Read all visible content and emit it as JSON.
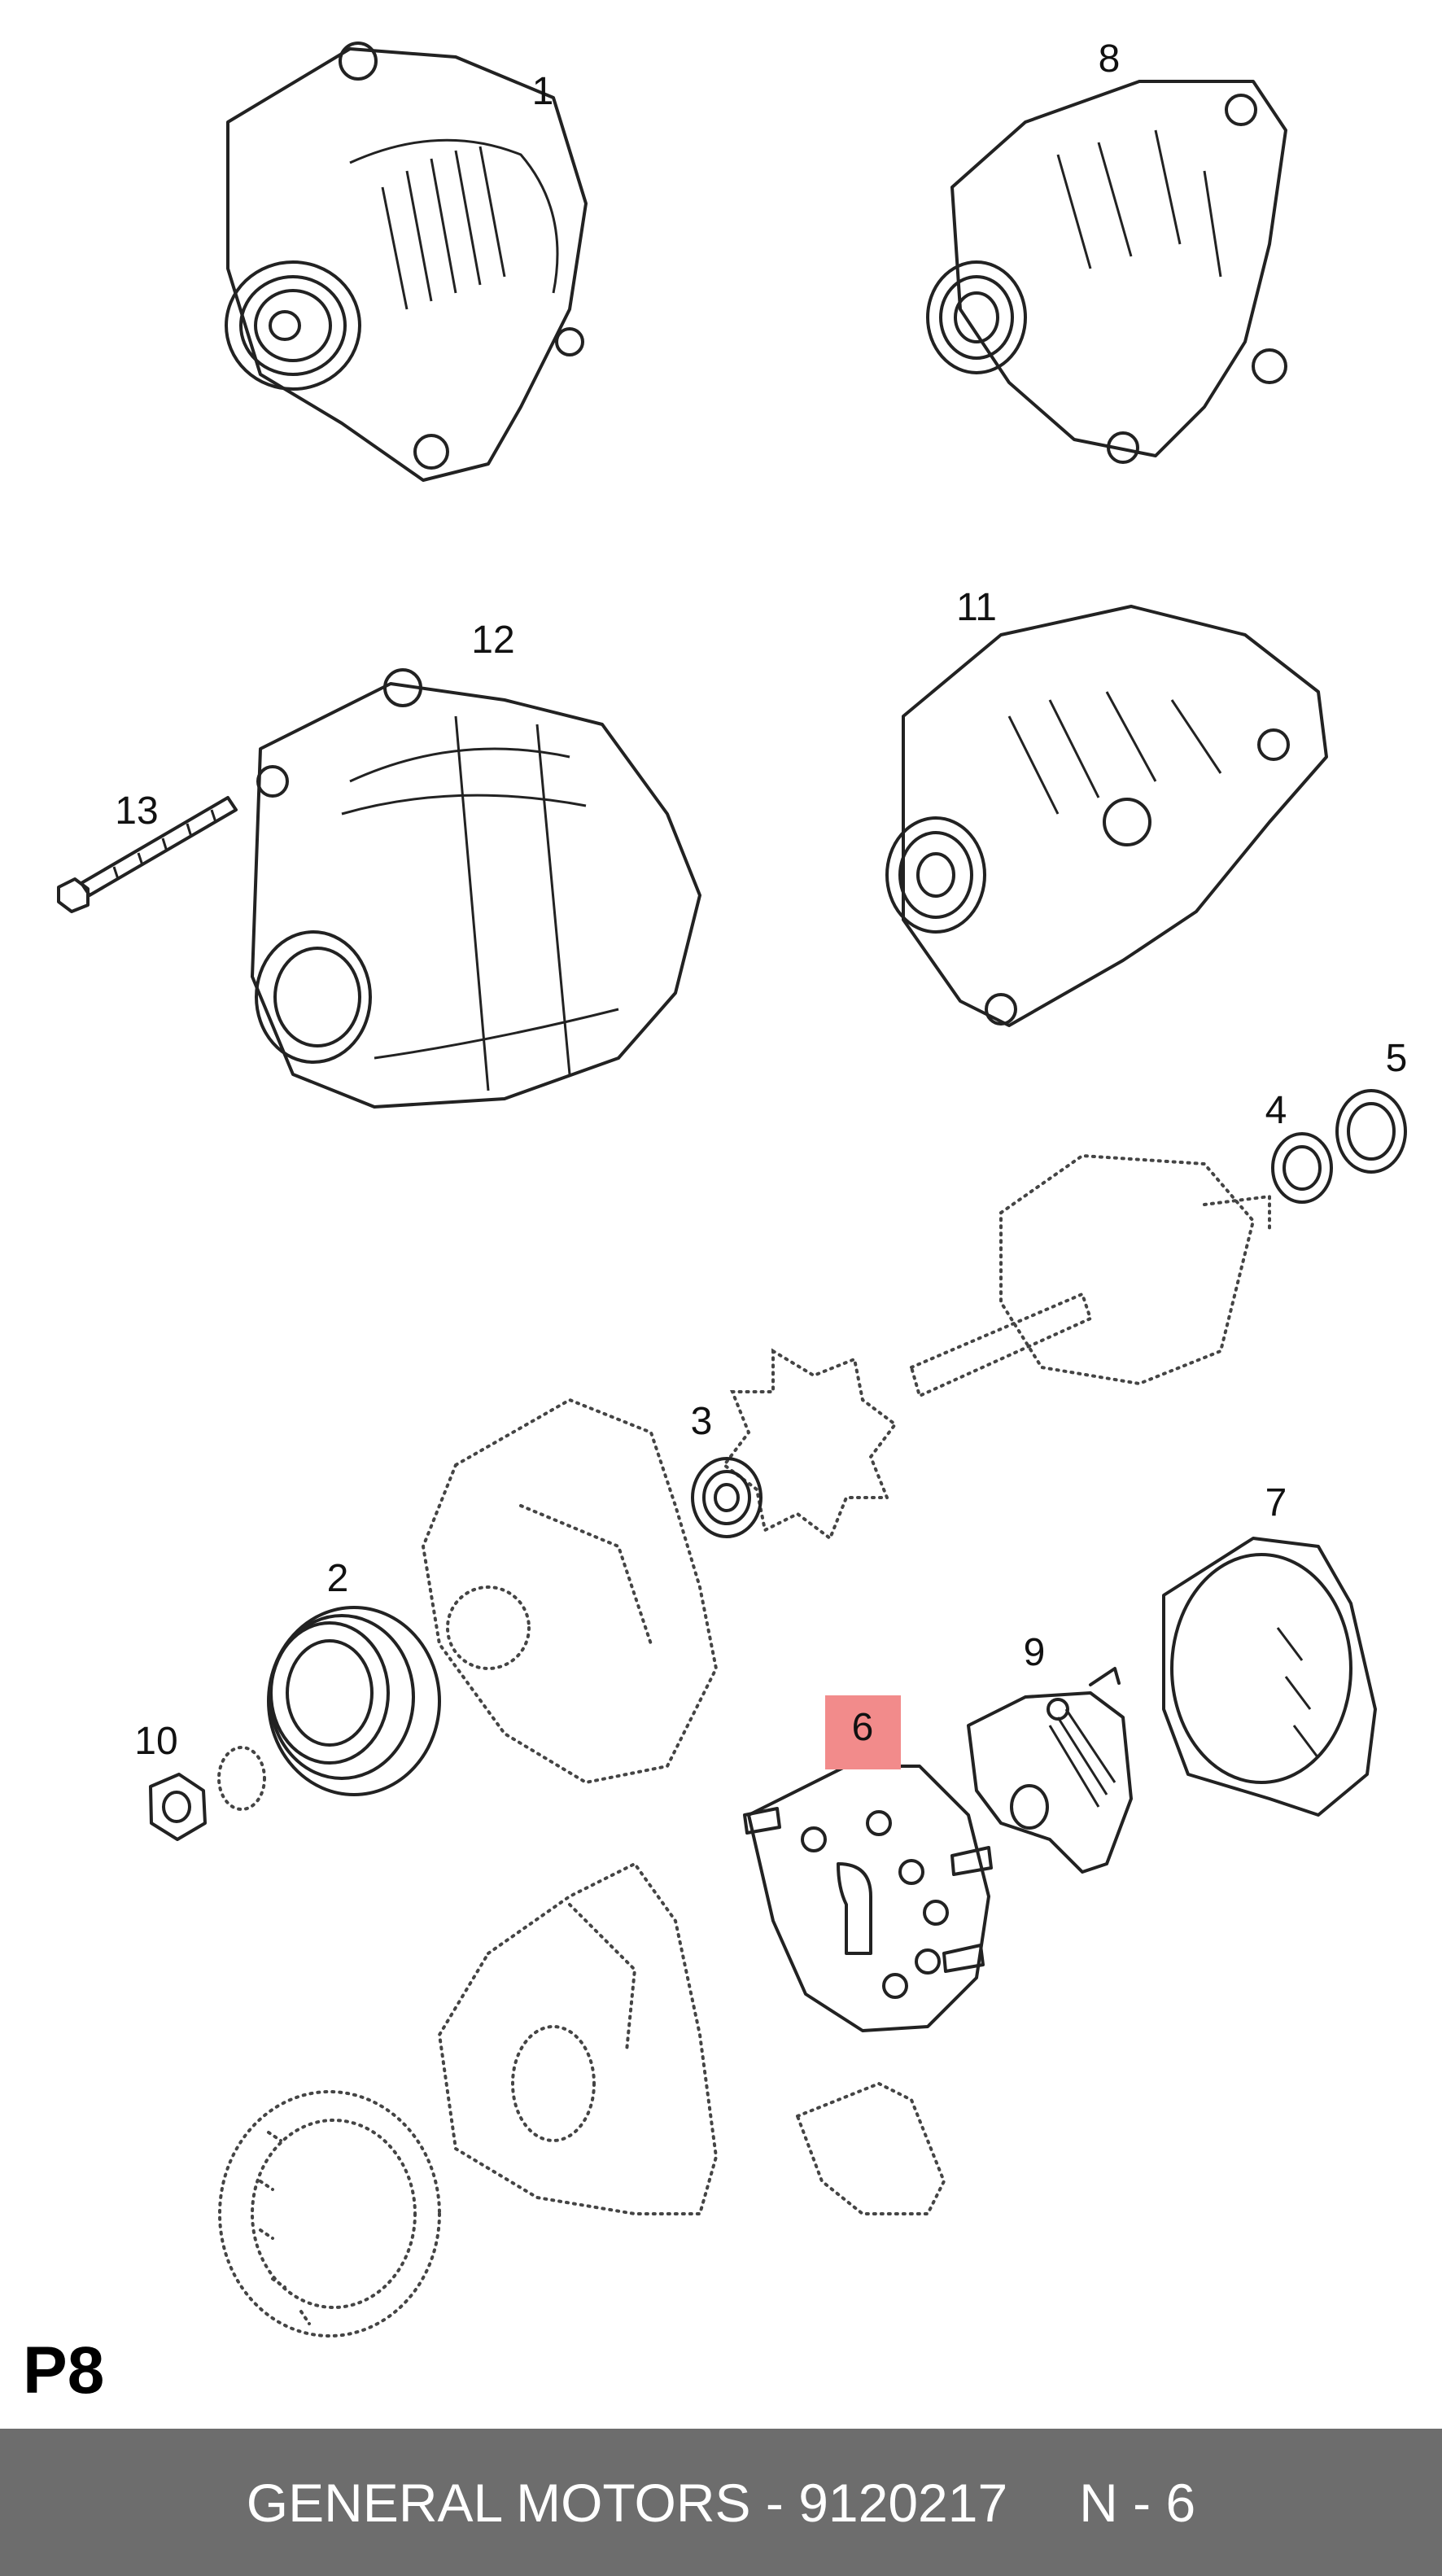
{
  "callouts": [
    {
      "id": "c1",
      "label": "1"
    },
    {
      "id": "c2",
      "label": "2"
    },
    {
      "id": "c3",
      "label": "3"
    },
    {
      "id": "c4",
      "label": "4"
    },
    {
      "id": "c5",
      "label": "5"
    },
    {
      "id": "c6",
      "label": "6",
      "highlighted": true
    },
    {
      "id": "c7",
      "label": "7"
    },
    {
      "id": "c8",
      "label": "8"
    },
    {
      "id": "c9",
      "label": "9"
    },
    {
      "id": "c10",
      "label": "10"
    },
    {
      "id": "c11",
      "label": "11"
    },
    {
      "id": "c12",
      "label": "12"
    },
    {
      "id": "c13",
      "label": "13"
    }
  ],
  "highlight_color": "#f28b8b",
  "page_code": "P8",
  "footer": {
    "part_text": "GENERAL MOTORS - 9120217",
    "ref_text": "N - 6",
    "background_color": "#6d6d6d"
  }
}
